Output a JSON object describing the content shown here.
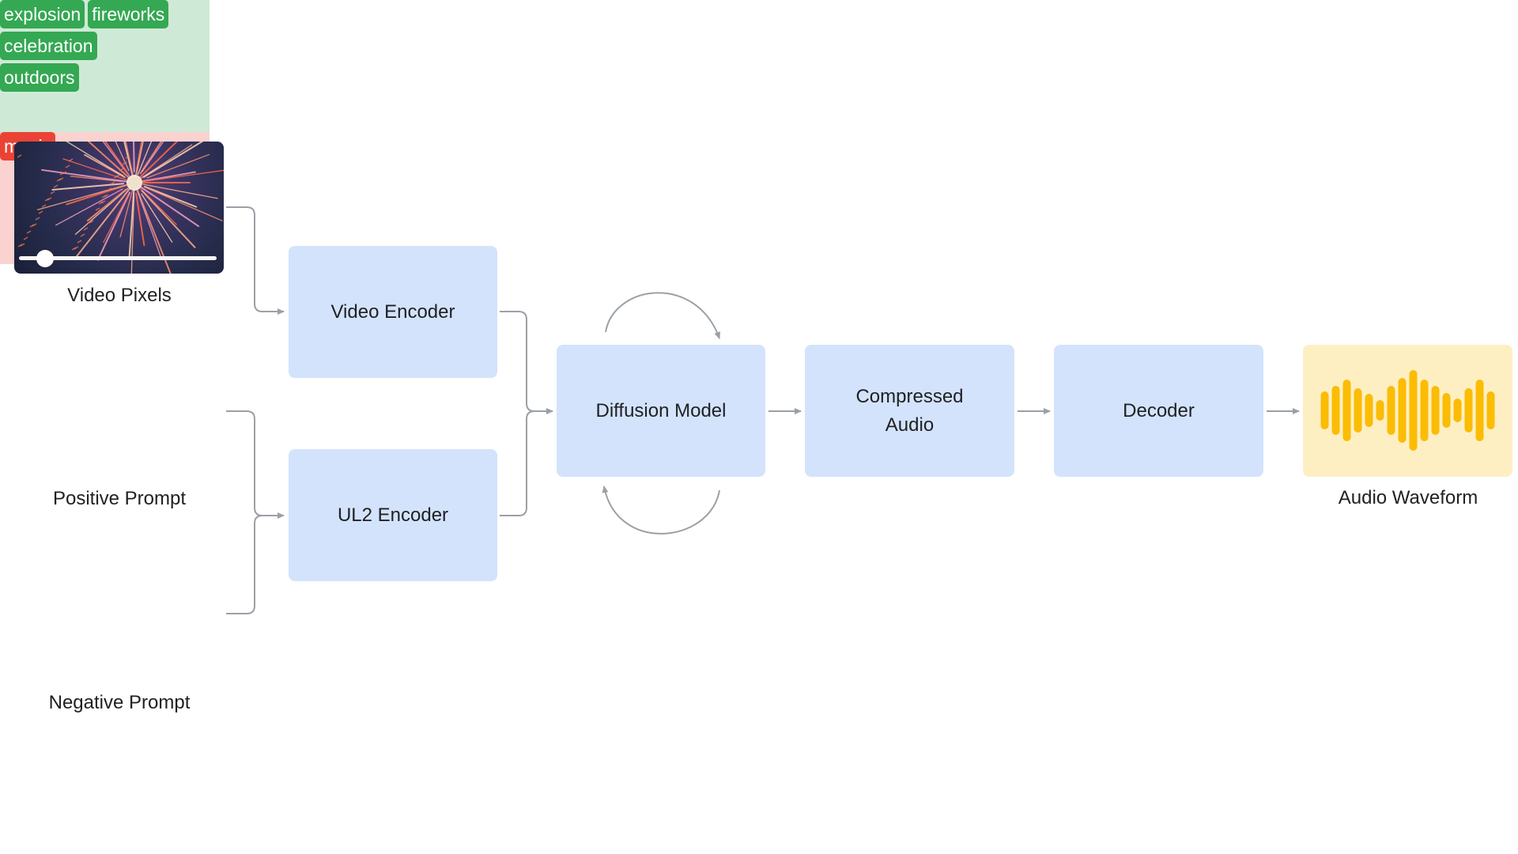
{
  "inputs": {
    "video": {
      "caption": "Video Pixels",
      "playback_fraction": 0.13
    },
    "positive_prompt": {
      "caption": "Positive Prompt",
      "tags": [
        [
          "explosion",
          "fireworks"
        ],
        [
          "celebration"
        ],
        [
          "outdoors"
        ]
      ]
    },
    "negative_prompt": {
      "caption": "Negative Prompt",
      "tags": [
        "music"
      ]
    }
  },
  "blocks": {
    "video_encoder": "Video Encoder",
    "ul2_encoder": "UL2 Encoder",
    "diffusion_model": "Diffusion Model",
    "compressed_audio": [
      "Compressed",
      "Audio"
    ],
    "decoder": "Decoder"
  },
  "output": {
    "caption": "Audio Waveform"
  },
  "colors": {
    "block_fill": "#d3e3fc",
    "positive_fill": "#ceead6",
    "positive_chip": "#34a853",
    "negative_fill": "#fad2cf",
    "negative_chip": "#ea4335",
    "waveform_fill": "#feefc3",
    "waveform_bars": "#fbbc04",
    "connector": "#9aa0a6"
  }
}
